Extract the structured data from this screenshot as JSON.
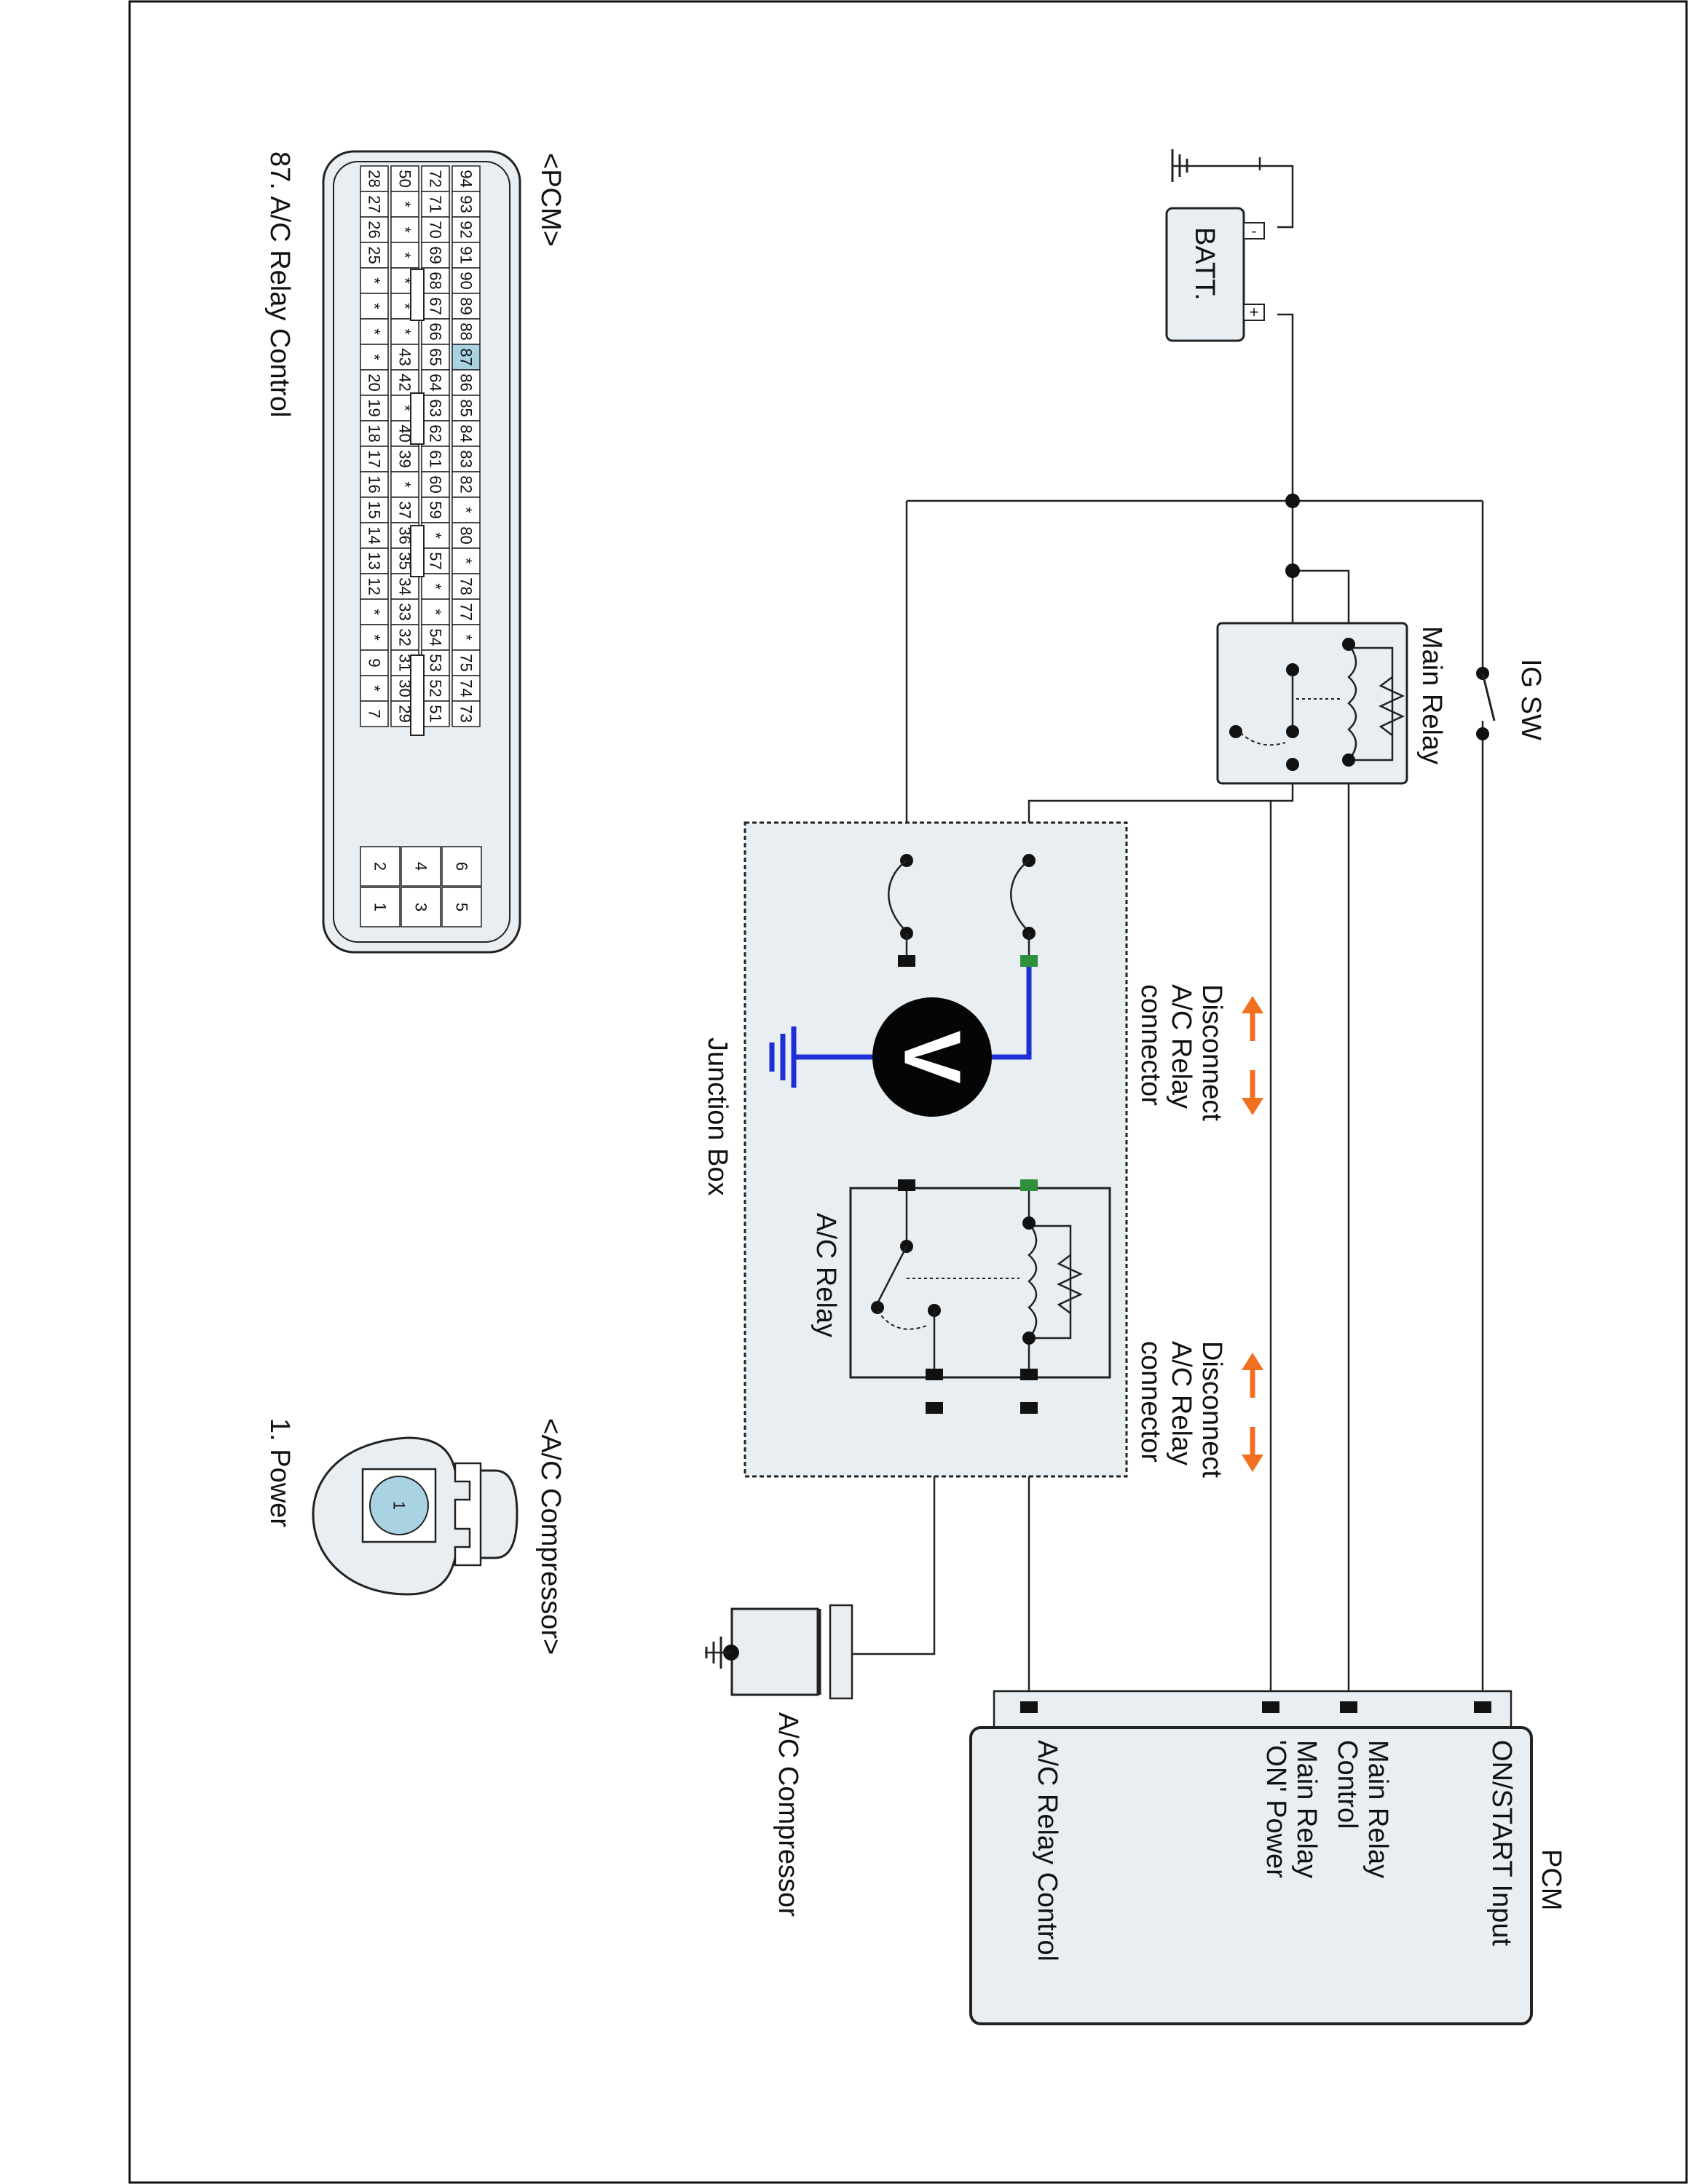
{
  "colors": {
    "wire": "#222222",
    "meter_wire": "#1f2fd6",
    "highlight_pin": "#a9d3e3",
    "panel_fill": "#e8eef1",
    "arrow": "#f07020",
    "terminal_green": "#2f8f3a"
  },
  "labels": {
    "batt": "BATT.",
    "ig_sw": "IG SW",
    "main_relay": "Main Relay",
    "junction_box": "Junction Box",
    "ac_relay": "A/C Relay",
    "disconnect_top": [
      "Disconnect",
      "A/C Relay",
      "connector"
    ],
    "disconnect_bottom": [
      "Disconnect",
      "A/C Relay",
      "connector"
    ],
    "voltmeter": "V",
    "pcm_title": "PCM",
    "pcm_pins": [
      "ON/START Input",
      "Main Relay\nControl",
      "Main Relay\n'ON' Power",
      "A/C Relay Control"
    ],
    "ac_compressor": "A/C Compressor"
  },
  "pcm_connector": {
    "title": "<PCM>",
    "caption": "87. A/C Relay Control",
    "highlight": "87",
    "rows": [
      [
        "94",
        "93",
        "92",
        "91",
        "90",
        "89",
        "88",
        "87",
        "86",
        "85",
        "84",
        "83",
        "82",
        "*",
        "80",
        "*",
        "78",
        "77",
        "*",
        "75",
        "74",
        "73"
      ],
      [
        "72",
        "71",
        "70",
        "69",
        "68",
        "67",
        "66",
        "65",
        "64",
        "63",
        "62",
        "61",
        "60",
        "59",
        "*",
        "57",
        "*",
        "*",
        "54",
        "53",
        "52",
        "51"
      ],
      [
        "50",
        "*",
        "*",
        "*",
        "*",
        "*",
        "*",
        "43",
        "42",
        "*",
        "40",
        "39",
        "*",
        "37",
        "36",
        "35",
        "34",
        "33",
        "32",
        "31",
        "30",
        "29"
      ],
      [
        "28",
        "27",
        "26",
        "25",
        "*",
        "*",
        "*",
        "*",
        "20",
        "19",
        "18",
        "17",
        "16",
        "15",
        "14",
        "13",
        "12",
        "*",
        "*",
        "9",
        "*",
        "7"
      ]
    ],
    "small_rows": [
      [
        "6",
        "5"
      ],
      [
        "4",
        "3"
      ],
      [
        "2",
        "1"
      ]
    ]
  },
  "compressor_connector": {
    "title": "<A/C Compressor>",
    "pin": "1",
    "caption": "1. Power"
  }
}
